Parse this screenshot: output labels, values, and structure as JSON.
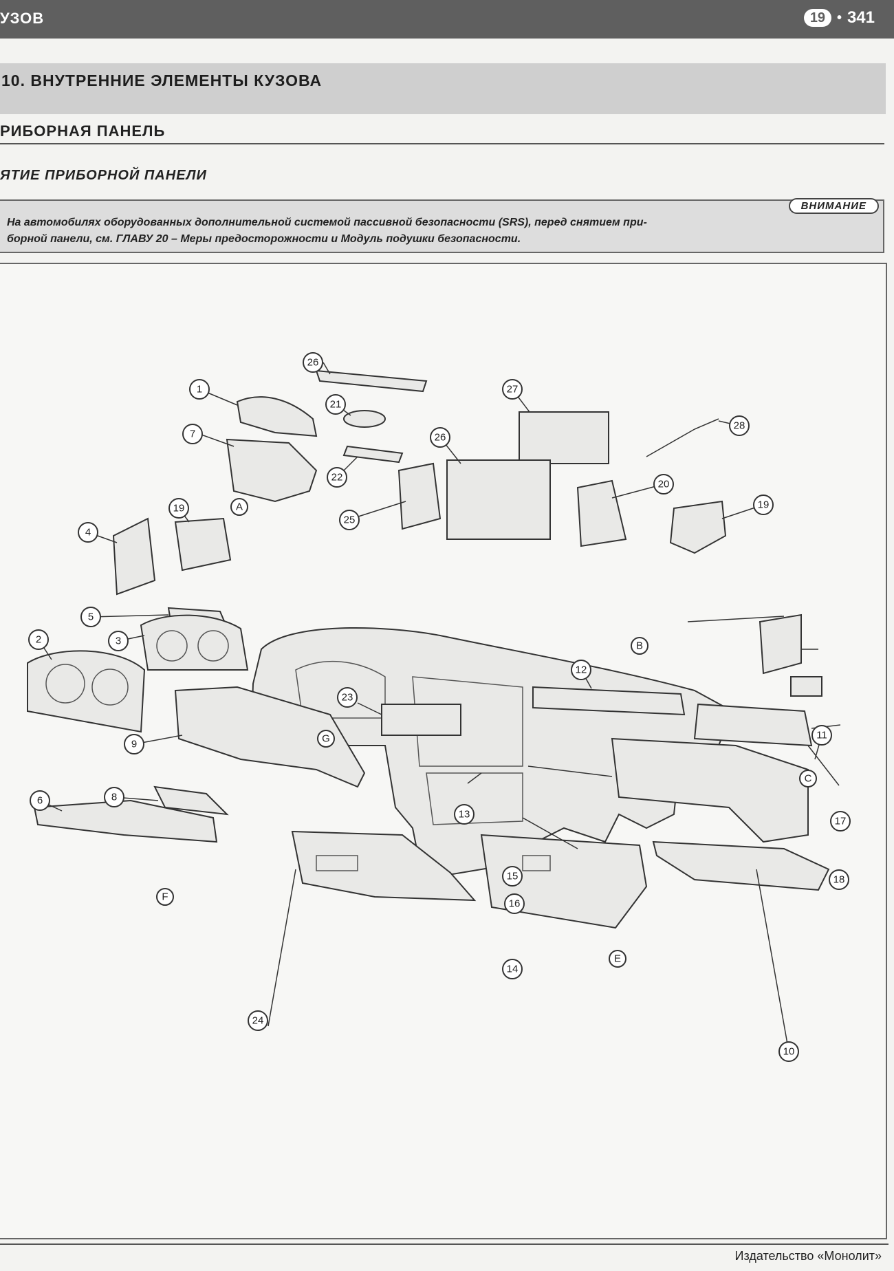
{
  "header": {
    "section": "УЗОВ",
    "chapter": "19",
    "separator": "•",
    "page": "341"
  },
  "title": "10. ВНУТРЕННИЕ ЭЛЕМЕНТЫ КУЗОВА",
  "subheading1": "РИБОРНАЯ ПАНЕЛЬ",
  "subheading2": "ЯТИЕ ПРИБОРНОЙ ПАНЕЛИ",
  "warning": {
    "label": "ВНИМАНИЕ",
    "line1": "На автомобилях оборудованных дополнительной системой пассивной безопасности (SRS), перед снятием при-",
    "line2": "борной панели, см. ГЛАВУ 20 – Меры предосторожности и Модуль подушки безопасности."
  },
  "callouts": [
    "1",
    "2",
    "3",
    "4",
    "5",
    "6",
    "7",
    "8",
    "9",
    "10",
    "11",
    "12",
    "13",
    "14",
    "15",
    "16",
    "17",
    "18",
    "19",
    "20",
    "21",
    "22",
    "23",
    "24",
    "25",
    "26",
    "27",
    "28",
    "A",
    "B",
    "C",
    "E",
    "F",
    "G"
  ],
  "footer": {
    "publisher": "Издательство «Монолит»"
  }
}
